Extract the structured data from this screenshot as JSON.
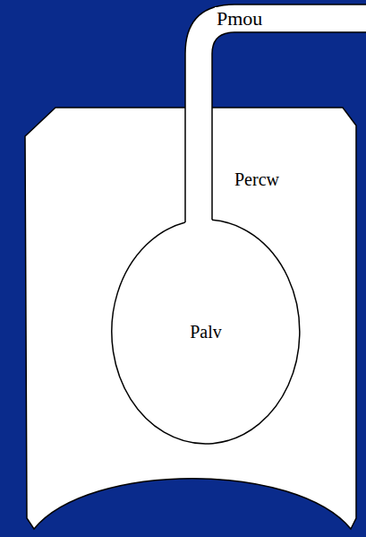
{
  "diagram": {
    "nodes": [
      {
        "text": [
          "Percw"
        ]
      },
      {
        "text": [
          "Palv"
        ],
        "in": 0
      }
    ],
    "labels": [
      "Pmou"
    ]
  }
}
